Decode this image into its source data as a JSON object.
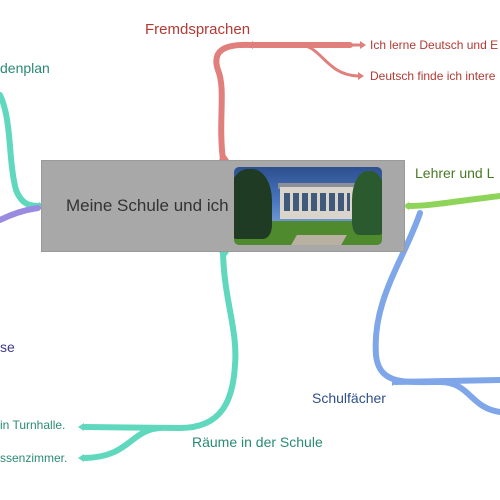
{
  "center": {
    "title": "Meine Schule und ich",
    "photo": "school-building-photo"
  },
  "branches": {
    "fremdsprachen": {
      "label": "Fremdsprachen",
      "color": "#e07f7c",
      "children": [
        "Ich lerne Deutsch und E",
        "Deutsch finde ich intere"
      ]
    },
    "lehrer": {
      "label": "Lehrer und L",
      "color": "#8fd45a"
    },
    "schulfaecher": {
      "label": "Schulfächer",
      "color": "#7ea6e8"
    },
    "raeume": {
      "label": "Räume in der Schule",
      "color": "#5fd8bd",
      "children": [
        "in Turnhalle.",
        "ssenzimmer."
      ]
    },
    "stundenplan": {
      "label": "denplan",
      "color": "#5fd8bd"
    },
    "left_lower": {
      "label": "se",
      "color": "#9b8be0"
    }
  }
}
